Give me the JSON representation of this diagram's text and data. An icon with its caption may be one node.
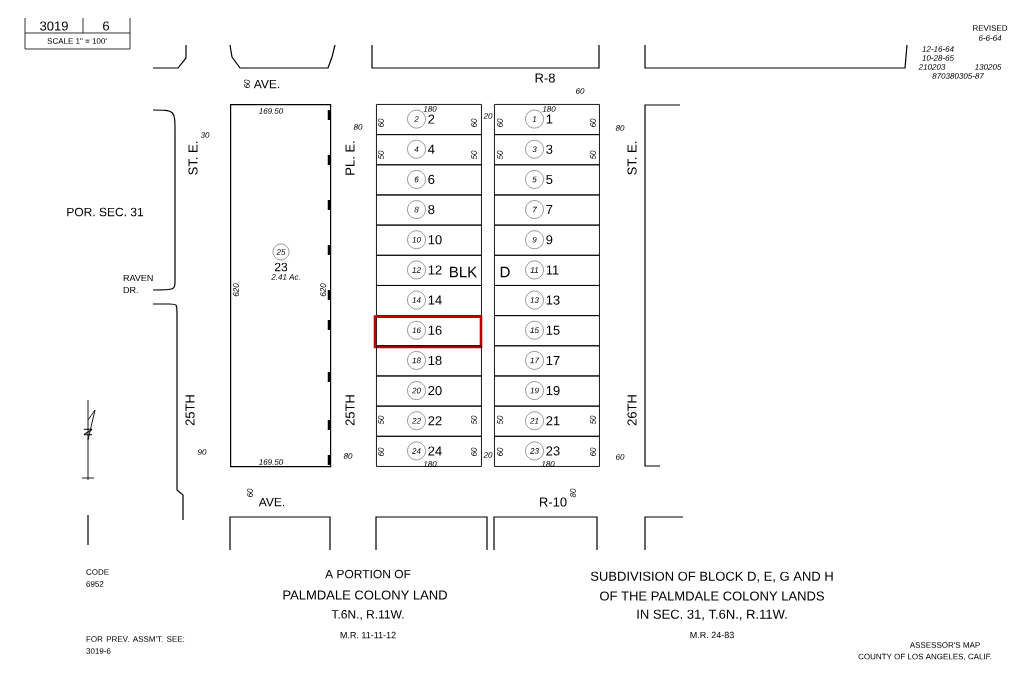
{
  "diagram": {
    "nodes": [
      {
        "text": [
          "3019",
          "6",
          "SCALE 1\" = 100'"
        ]
      },
      {
        "text": [
          "25",
          "23",
          "2.41 Ac."
        ]
      },
      {
        "text": [
          "2",
          "2"
        ]
      },
      {
        "text": [
          "1",
          "1"
        ]
      },
      {
        "text": [
          "4",
          "4"
        ]
      },
      {
        "text": [
          "3",
          "3"
        ]
      },
      {
        "text": [
          "6",
          "6"
        ]
      },
      {
        "text": [
          "5",
          "5"
        ]
      },
      {
        "text": [
          "8",
          "8"
        ]
      },
      {
        "text": [
          "7",
          "7"
        ]
      },
      {
        "text": [
          "10",
          "10"
        ]
      },
      {
        "text": [
          "9",
          "9"
        ]
      },
      {
        "text": [
          "12",
          "12"
        ]
      },
      {
        "text": [
          "11",
          "11"
        ]
      },
      {
        "text": [
          "14",
          "14"
        ]
      },
      {
        "text": [
          "13",
          "13"
        ]
      },
      {
        "text": [
          "16",
          "16"
        ]
      },
      {
        "text": [
          "15",
          "15"
        ]
      },
      {
        "text": [
          "18",
          "18"
        ]
      },
      {
        "text": [
          "17",
          "17"
        ]
      },
      {
        "text": [
          "20",
          "20"
        ]
      },
      {
        "text": [
          "19",
          "19"
        ]
      },
      {
        "text": [
          "22",
          "22"
        ]
      },
      {
        "text": [
          "21",
          "21"
        ]
      },
      {
        "text": [
          "24",
          "24"
        ]
      },
      {
        "text": [
          "23",
          "23"
        ]
      }
    ],
    "labels": [
      "REVISED",
      "6-6-64",
      "12-16-64",
      "10-28-65",
      "210203",
      "130205",
      "870380305-87",
      "60",
      "AVE.",
      "R-8",
      "60",
      "180",
      "180",
      "20",
      "ST. E.",
      "30",
      "PL. E.",
      "80",
      "ST. E.",
      "80",
      "169.50",
      "60",
      "60",
      "60",
      "60",
      "50",
      "50",
      "50",
      "50",
      "POR. SEC. 31",
      "BLK",
      "D",
      "RAVEN DR.",
      "620",
      "620",
      "N",
      "25TH",
      "25TH",
      "26TH",
      "50",
      "50",
      "50",
      "50",
      "60",
      "60",
      "60",
      "60",
      "20",
      "90",
      "80",
      "60",
      "169.50",
      "180",
      "180",
      "60",
      "AVE.",
      "R-10",
      "80",
      "CODE 6952",
      "A PORTION OF",
      "PALMDALE COLONY LAND",
      "T.6N., R.11W.",
      "M.R. 11-11-12",
      "SUBDIVISION OF BLOCK D, E, G AND H",
      "OF THE PALMDALE COLONY LANDS",
      "IN SEC. 31, T.6N., R.11W.",
      "M.R. 24-83",
      "FOR PREV. ASSM'T. SEE: 3019-6",
      "ASSESSOR'S MAP",
      "COUNTY OF LOS ANGELES, CALIF."
    ]
  }
}
